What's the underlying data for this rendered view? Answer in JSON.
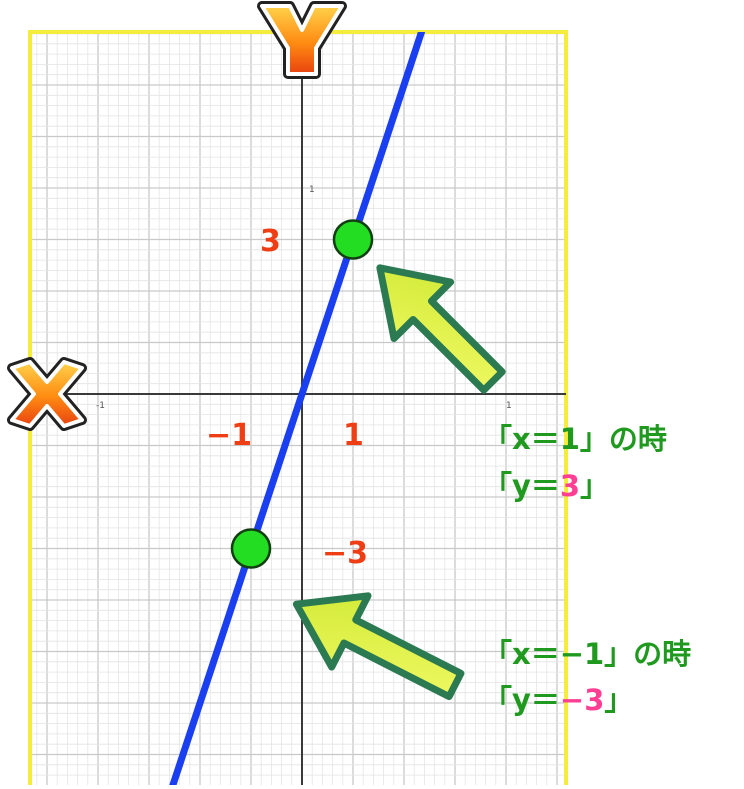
{
  "axes": {
    "x_label": "X",
    "y_label": "Y",
    "x_tick": "-1",
    "x_tick_right": "1",
    "y_tick": "1"
  },
  "line": {
    "slope": 3,
    "intercept": 0,
    "color": "#1a3ff0"
  },
  "points": [
    {
      "x": 1,
      "y": 3
    },
    {
      "x": -1,
      "y": -3
    }
  ],
  "labels": {
    "x_pos": "1",
    "x_neg": "−1",
    "y_pos": "3",
    "y_neg": "−3"
  },
  "annotations": [
    {
      "line1": "「x＝1」の時",
      "line2_pre": "「y＝",
      "line2_val": "3",
      "line2_post": "」"
    },
    {
      "line1": "「x＝−1」の時",
      "line2_pre": "「y＝",
      "line2_val": "−3",
      "line2_post": "」"
    }
  ],
  "colors": {
    "frame": "#f6ec3c",
    "grid_minor": "#e4e4e4",
    "grid_major": "#c9c9c9",
    "axis": "#3a3a3a",
    "point_fill": "#22dd22",
    "arrow_fill": "#e2f23a",
    "arrow_stroke": "#2c7a52",
    "number_red": "#ef3d14",
    "text_green": "#1f9a1f",
    "text_pink": "#ff3f93"
  }
}
